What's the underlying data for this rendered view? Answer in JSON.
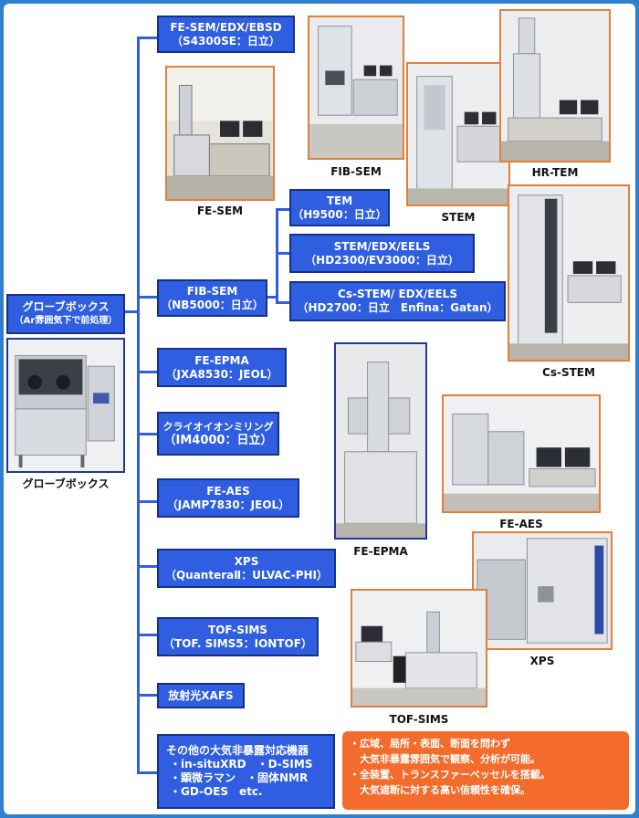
{
  "left": {
    "gb_title": "グローブボックス",
    "gb_sub": "（Ar雰囲気下で前処理）",
    "gb_caption": "グローブボックス"
  },
  "boxes": {
    "fesem_l1": "FE-SEM/EDX/EBSD",
    "fesem_l2": "（S4300SE：日立）",
    "fibsem_l1": "FIB-SEM",
    "fibsem_l2": "（NB5000：日立）",
    "tem_l1": "TEM",
    "tem_l2": "（H9500：日立）",
    "stemedx_l1": "STEM/EDX/EELS",
    "stemedx_l2": "（HD2300/EV3000：日立）",
    "csstem_l1": "Cs-STEM/ EDX/EELS",
    "csstem_l2": "（HD2700：日立　Enfina：Gatan）",
    "feepma_l1": "FE-EPMA",
    "feepma_l2": "（JXA8530：JEOL）",
    "cryo_l1": "クライオイオンミリング",
    "cryo_l2": "（IM4000：日立）",
    "feaes_l1": "FE-AES",
    "feaes_l2": "（JAMP7830：JEOL）",
    "xps_l1": "XPS",
    "xps_l2": "（QuanteraⅡ：ULVAC-PHI）",
    "tofsims_l1": "TOF-SIMS",
    "tofsims_l2": "（TOF. SIMS5：IONTOF）",
    "xafs_l1": "放射光XAFS",
    "other_l1": "その他の大気非暴露対応機器",
    "other_l2": "・in-situXRD　・D-SIMS",
    "other_l3": "・顕微ラマン　・固体NMR",
    "other_l4": "・GD-OES　etc."
  },
  "captions": {
    "fesem": "FE-SEM",
    "fibsem": "FIB-SEM",
    "stem": "STEM",
    "hrtem": "HR-TEM",
    "csstem": "Cs-STEM",
    "feepma": "FE-EPMA",
    "feaes": "FE-AES",
    "xps": "XPS",
    "tofsims": "TOF-SIMS"
  },
  "note": {
    "line1": "・広域、局所・表面、断面を問わず",
    "line2": "　大気非暴露雰囲気で観察、分析が可能。",
    "line3": "・全装置、トランスファーベッセルを搭載。",
    "line4": "　大気遮断に対する高い信頼性を確保。"
  },
  "colors": {
    "box_fill": "#2f5fe0",
    "connector": "#2f5fe0",
    "photo_frame": "#e0803a",
    "note_fill": "#f36c2c",
    "background_frame": "#2f7fd0"
  }
}
